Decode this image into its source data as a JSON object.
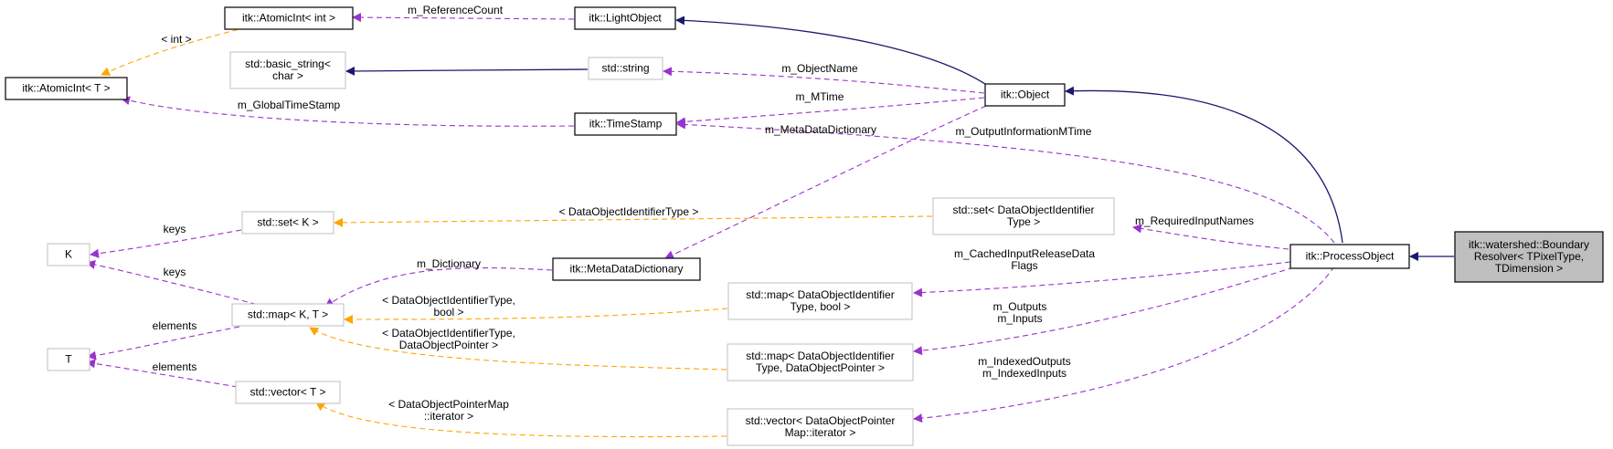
{
  "nodes": {
    "atomicint_int": [
      "itk::AtomicInt< int >"
    ],
    "lightobject": [
      "itk::LightObject"
    ],
    "atomicint_t": [
      "itk::AtomicInt< T >"
    ],
    "basic_string": [
      "std::basic_string<",
      "char >"
    ],
    "std_string": [
      "std::string"
    ],
    "object": [
      "itk::Object"
    ],
    "timestamp": [
      "itk::TimeStamp"
    ],
    "set_k": [
      "std::set< K >"
    ],
    "set_doid": [
      "std::set< DataObjectIdentifier",
      "Type >"
    ],
    "k": [
      "K"
    ],
    "metadatadictionary": [
      "itk::MetaDataDictionary"
    ],
    "processobject": [
      "itk::ProcessObject"
    ],
    "boundaryresolver": [
      "itk::watershed::Boundary",
      "Resolver< TPixelType,",
      "TDimension >"
    ],
    "map_kt": [
      "std::map< K, T >"
    ],
    "map_doid_bool": [
      "std::map< DataObjectIdentifier",
      "Type, bool >"
    ],
    "t": [
      "T"
    ],
    "map_doid_dop": [
      "std::map< DataObjectIdentifier",
      "Type, DataObjectPointer >"
    ],
    "vector_t": [
      "std::vector< T >"
    ],
    "vector_dopm": [
      "std::vector< DataObjectPointer",
      "Map::iterator >"
    ]
  },
  "edge_labels": {
    "refcount": [
      "m_ReferenceCount"
    ],
    "int_arg": [
      "< int >"
    ],
    "objectname": [
      "m_ObjectName"
    ],
    "mtime": [
      "m_MTime"
    ],
    "globaltimestamp": [
      "m_GlobalTimeStamp"
    ],
    "metadatadict": [
      "m_MetaDataDictionary"
    ],
    "outputinfo": [
      "m_OutputInformationMTime"
    ],
    "doid_type": [
      "< DataObjectIdentifierType >"
    ],
    "keys_set": [
      "keys"
    ],
    "required": [
      "m_RequiredInputNames"
    ],
    "dictionary": [
      "m_Dictionary"
    ],
    "keys_map": [
      "keys"
    ],
    "cached": [
      "m_CachedInputReleaseData",
      "Flags"
    ],
    "doid_bool": [
      "< DataObjectIdentifierType,",
      "bool >"
    ],
    "elements_map": [
      "elements"
    ],
    "outputs_inputs": [
      "m_Outputs",
      "m_Inputs"
    ],
    "doid_dop": [
      "< DataObjectIdentifierType,",
      "DataObjectPointer >"
    ],
    "elements_vec": [
      "elements"
    ],
    "indexed": [
      "m_IndexedOutputs",
      "m_IndexedInputs"
    ],
    "dopm_iter": [
      "< DataObjectPointerMap",
      "::iterator >"
    ]
  },
  "legend_colors": {
    "inheritance": "#191970",
    "usage": "#9a32cd",
    "template_instance": "#ffa500",
    "focus_fill": "#bfbfbf"
  }
}
